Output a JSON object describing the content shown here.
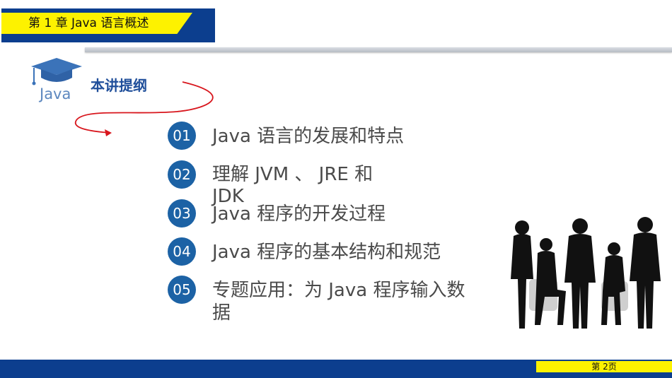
{
  "header": {
    "chapter_title": "第 1 章  Java 语言概述"
  },
  "logo": {
    "icon": "graduation-cap-icon",
    "word": "Java"
  },
  "section": {
    "title": "本讲提纲"
  },
  "outline": [
    {
      "num": "01",
      "text": "Java 语言的发展和特点"
    },
    {
      "num": "02",
      "text_line1": "理解 JVM 、 JRE 和",
      "text_line2": "JDK"
    },
    {
      "num": "03",
      "text": "Java 程序的开发过程"
    },
    {
      "num": "04",
      "text": "Java 程序的基本结构和规范"
    },
    {
      "num": "05",
      "text_line1": "专题应用：为 Java 程序输入数",
      "text_line2": "据"
    }
  ],
  "image": {
    "name": "business-people-silhouette"
  },
  "footer": {
    "page_label": "第 2页"
  },
  "colors": {
    "brand_blue": "#0c3e8e",
    "accent_yellow": "#fdf200",
    "bullet_blue": "#1c62a5",
    "arrow_red": "#d8161d"
  }
}
